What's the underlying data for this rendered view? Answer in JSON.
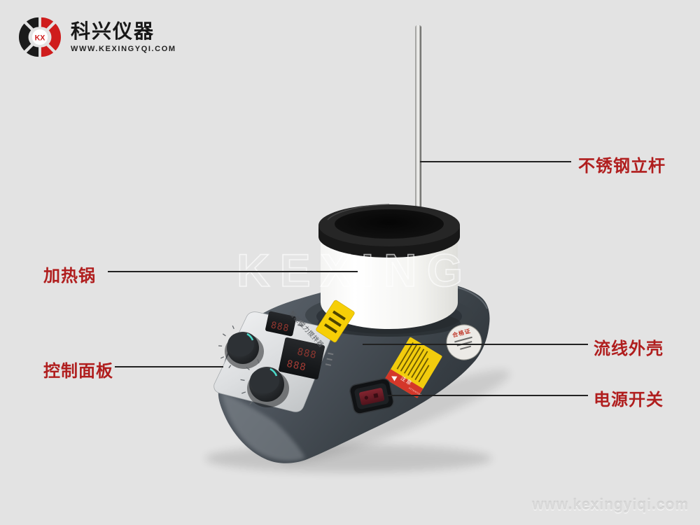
{
  "brand": {
    "monogram": "KX",
    "name": "科兴仪器",
    "website": "WWW.KEXINGYQI.COM"
  },
  "watermark_center": "KEXING",
  "watermark_corner": "www.kexingyiqi.com",
  "annotations": [
    {
      "id": "rod",
      "label": "不锈钢立杆"
    },
    {
      "id": "pot",
      "label": "加热锅"
    },
    {
      "id": "panel",
      "label": "控制面板"
    },
    {
      "id": "shell",
      "label": "流线外壳"
    },
    {
      "id": "switch",
      "label": "电源开关"
    }
  ],
  "device": {
    "panel_title": "智能磁力搅拌器",
    "display_small": "888",
    "display_main_top": "888",
    "display_main_bottom": "888",
    "warning": {
      "title": "注意",
      "subtitle": "ATTENTION"
    },
    "cert_label": "合格证"
  },
  "colors": {
    "annotation_red": "#b01e1e",
    "brand_red": "#cf1d1d",
    "leader_line": "#222222",
    "background": "#e3e3e3"
  }
}
